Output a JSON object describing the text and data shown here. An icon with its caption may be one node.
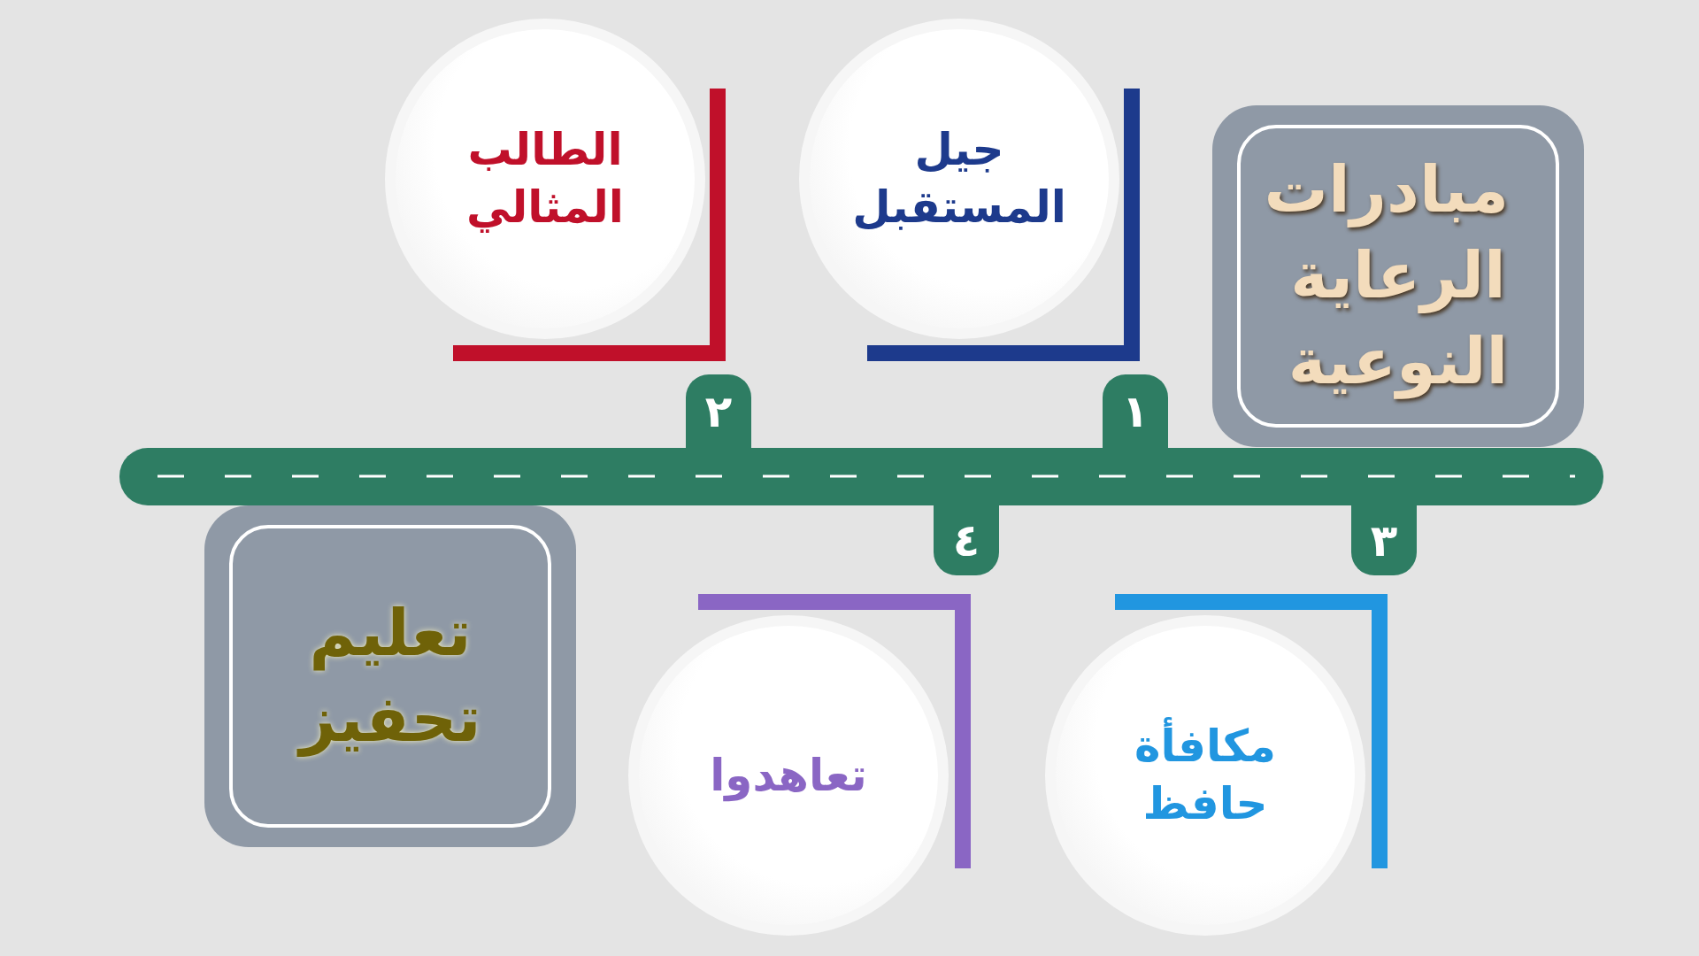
{
  "diagram": {
    "nodes": [
      {
        "text": [
          "مبادرات الرعاية النوعية"
        ]
      },
      {
        "text": [
          "جيل المستقبل"
        ]
      },
      {
        "text": [
          "١"
        ]
      },
      {
        "text": [
          "الطالب المثالي"
        ]
      },
      {
        "text": [
          "٢"
        ]
      },
      {
        "text": [
          "مكافأة حافظ"
        ]
      },
      {
        "text": [
          "٣"
        ]
      },
      {
        "text": [
          "تعاهدوا"
        ]
      },
      {
        "text": [
          "٤"
        ]
      },
      {
        "text": [
          "تعليم تحفيز"
        ]
      }
    ]
  }
}
